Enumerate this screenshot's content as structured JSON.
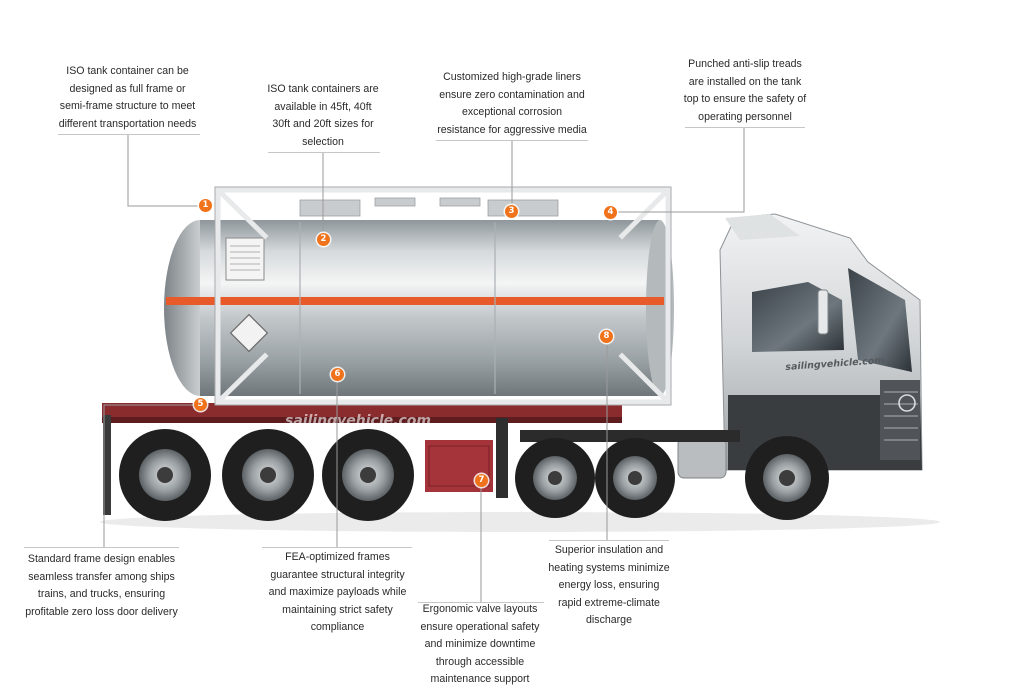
{
  "colors": {
    "badge": "#f0731c",
    "accent_stripe": "#e85a2a",
    "trailer_frame": "#8a2c2e",
    "text": "#2a2a2a",
    "leader_line": "#9a9a9a"
  },
  "watermarks": {
    "trailer": "sailingvehicle.com",
    "cab": "sailingvehicle.com"
  },
  "callouts": [
    {
      "number": "1",
      "text": "ISO tank container can be\ndesigned as full frame or\nsemi-frame structure to meet\ndifferent transportation needs"
    },
    {
      "number": "2",
      "text": "ISO tank containers are\navailable in 45ft, 40ft\n30ft and 20ft sizes for\nselection"
    },
    {
      "number": "3",
      "text": "Customized high-grade liners\nensure zero contamination and\nexceptional corrosion\nresistance for aggressive media"
    },
    {
      "number": "4",
      "text": "Punched anti-slip treads\nare installed on the tank\ntop to ensure the safety of\noperating personnel"
    },
    {
      "number": "5",
      "text": "Standard frame design enables\nseamless transfer among ships\ntrains, and trucks, ensuring\nprofitable zero loss door delivery"
    },
    {
      "number": "6",
      "text": "FEA-optimized frames\nguarantee structural integrity\nand maximize payloads while\nmaintaining strict safety\ncompliance"
    },
    {
      "number": "7",
      "text": "Ergonomic valve layouts\nensure operational safety\nand minimize downtime\nthrough accessible\nmaintenance support"
    },
    {
      "number": "8",
      "text": "Superior insulation and\nheating systems minimize\nenergy loss, ensuring\nrapid extreme-climate\ndischarge"
    }
  ]
}
